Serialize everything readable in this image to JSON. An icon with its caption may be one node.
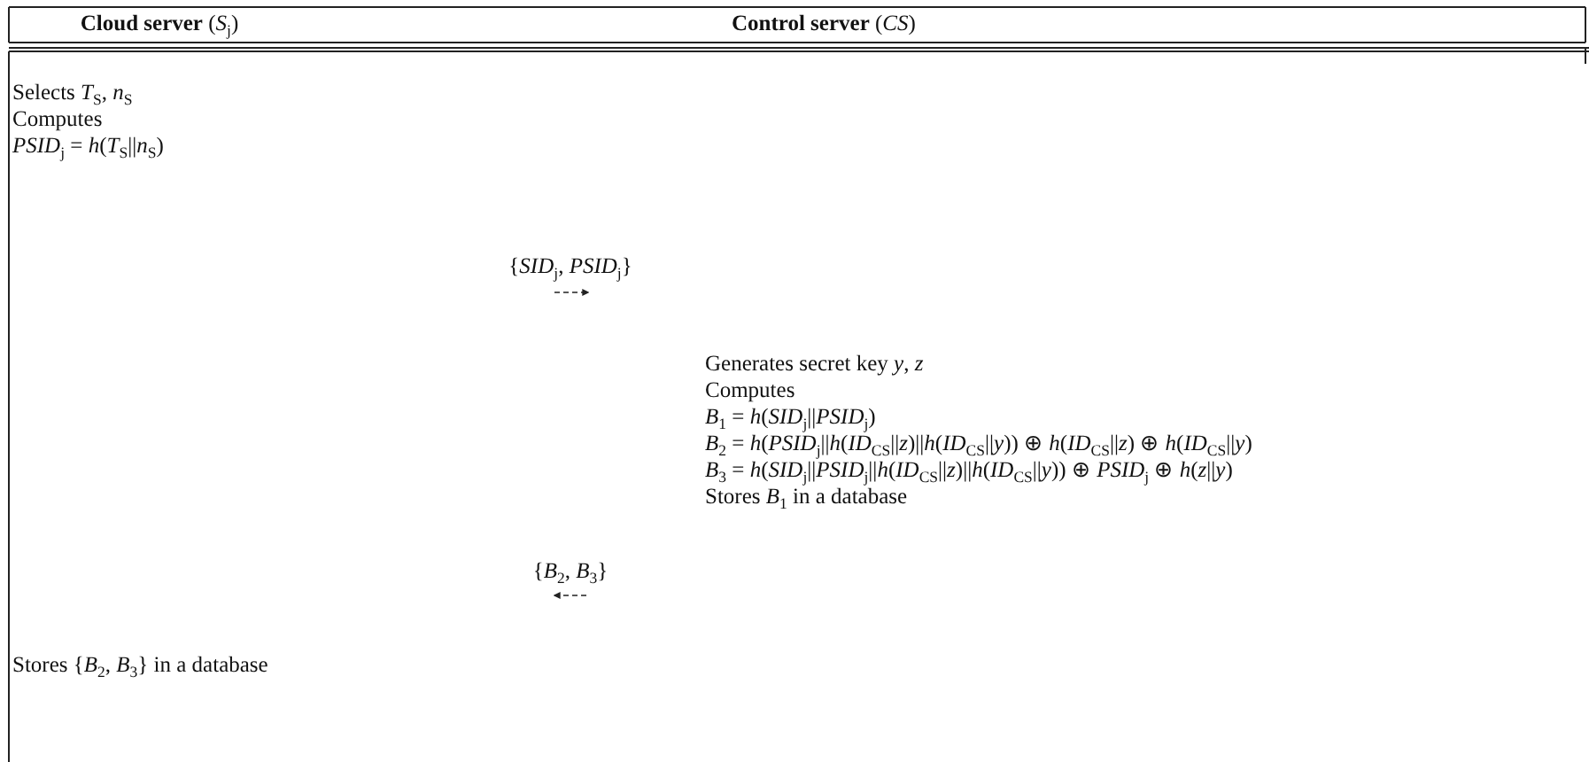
{
  "diagram": {
    "labels": [
      "**Cloud server** (*S*$_{j}$)",
      "**Control server** (*CS*)",
      "Selects *T*$_{S}$, *n*$_{S}$",
      "Computes",
      "*PSID*$_{j}$ = *h*(*T*$_{S}$||*n*$_{S}$)",
      "{*SID*$_{j}$, *PSID*$_{j}$}",
      "Generates secret key *y*, *z*",
      "Computes",
      "*B*$_{1}$ = *h*(*SID*$_{j}$||*PSID*$_{j}$)",
      "*B*$_{2}$ = *h*(*PSID*$_{j}$||*h*(*ID*$_{CS}$||*z*)||*h*(*ID*$_{CS}$||*y*)) ⊕ *h*(*ID*$_{CS}$||*z*) ⊕ *h*(*ID*$_{CS}$||*y*)",
      "*B*$_{3}$ = *h*(*SID*$_{j}$||*PSID*$_{j}$||*h*(*ID*$_{CS}$||*z*)||*h*(*ID*$_{CS}$||*y*)) ⊕ *PSID*$_{j}$ ⊕ *h*(*z*||*y*)",
      "Stores *B*$_{1}$ in a database",
      "{*B*$_{2}$, *B*$_{3}$}",
      "Stores {*B*$_{2}$, *B*$_{3}$} in a database"
    ]
  }
}
